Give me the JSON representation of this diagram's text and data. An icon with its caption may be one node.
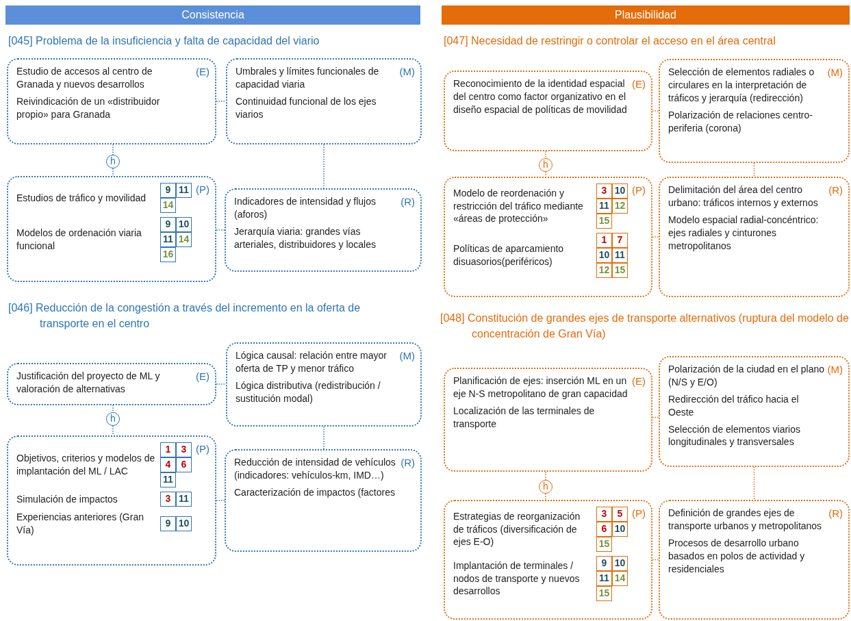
{
  "diagram": {
    "nodes": [
      {
        "text": [
          "Consistencia"
        ]
      },
      {
        "text": [
          "Plausibilidad"
        ]
      },
      {
        "text": [
          "Estudio de accesos al centro de Granada y nuevos desarrollos",
          "Reivindicación de un «distribuidor propio» para Granada",
          "(E)"
        ]
      },
      {
        "text": [
          "Umbrales y límites funcionales de capacidad viaria",
          "Continuidad funcional de los ejes viarios",
          "(M)"
        ]
      },
      {
        "text": [
          "h"
        ]
      },
      {
        "text": [
          "Estudios de tráfico y movilidad",
          "Modelos de ordenación viaria funcional",
          "(P)"
        ]
      },
      {
        "text": [
          "Indicadores de intensidad y flujos (aforos)",
          "Jerarquía viaria: grandes vías arteriales, distribuidores y locales",
          "(R)"
        ]
      },
      {
        "text": [
          "Justificación del proyecto de ML y valoración de alternativas",
          "(E)"
        ]
      },
      {
        "text": [
          "Lógica causal: relación entre mayor oferta de TP y menor tráfico",
          "Lógica distributiva (redistribución / sustitución modal)",
          "(M)"
        ]
      },
      {
        "text": [
          "h"
        ]
      },
      {
        "text": [
          "Objetivos, criterios y modelos de implantación del ML / LAC",
          "Simulación de impactos",
          "Experiencias anteriores (Gran Vía)",
          "(P)"
        ]
      },
      {
        "text": [
          "Reducción de intensidad de vehículos (indicadores: vehículos-km, IMD…)",
          "Caracterización de impactos (factores",
          "(R)"
        ]
      },
      {
        "text": [
          "Reconocimiento de la identidad espacial del centro como factor organizativo en el diseño espacial de políticas de movilidad",
          "(E)"
        ]
      },
      {
        "text": [
          "Selección de elementos radiales o circulares en la interpretación de tráficos y jerarquía (redirección)",
          "Polarización de relaciones centro-periferia (corona)",
          "(M)"
        ]
      },
      {
        "text": [
          "h"
        ]
      },
      {
        "text": [
          "Modelo de reordenación y restricción del tráfico mediante «áreas de protección»",
          "Políticas de aparcamiento disuasorios(periféricos)",
          "(P)"
        ]
      },
      {
        "text": [
          "Delimitación del área del centro urbano: tráficos internos y externos",
          "Modelo espacial radial-concéntrico: ejes radiales y cinturones metropolitanos",
          "(R)"
        ]
      },
      {
        "text": [
          "Planificación de ejes: inserción ML en un eje N-S metropolitano de gran capacidad",
          "Localización de las terminales de transporte",
          "(E)"
        ]
      },
      {
        "text": [
          "Polarización de la ciudad en el plano (N/S y E/O)",
          "Redirección del tráfico hacia el Oeste",
          "Selección de elementos viarios longitudinales y transversales",
          "(M)"
        ]
      },
      {
        "text": [
          "h"
        ]
      },
      {
        "text": [
          "Estrategias de reorganización de tráficos (diversificación de ejes E-O)",
          "Implantación de terminales / nodos de transporte y nuevos desarrollos",
          "(P)"
        ]
      },
      {
        "text": [
          "Definición de grandes ejes de transporte urbanos y metropolitanos",
          "Procesos de desarrollo urbano basados en polos de actividad y residenciales",
          "(R)"
        ]
      }
    ],
    "edges": [
      {
        "from": 2,
        "to": 3,
        "arrow": "none"
      },
      {
        "from": 2,
        "to": 4,
        "arrow": "none"
      },
      {
        "from": 4,
        "to": 5,
        "arrow": "none"
      },
      {
        "from": 3,
        "to": 6,
        "arrow": "none"
      },
      {
        "from": 5,
        "to": 6,
        "arrow": "none"
      },
      {
        "from": 7,
        "to": 8,
        "arrow": "none"
      },
      {
        "from": 7,
        "to": 9,
        "arrow": "none"
      },
      {
        "from": 9,
        "to": 10,
        "arrow": "none"
      },
      {
        "from": 8,
        "to": 11,
        "arrow": "none"
      },
      {
        "from": 10,
        "to": 11,
        "arrow": "none"
      },
      {
        "from": 12,
        "to": 13,
        "arrow": "none",
        "color": "#e46c0a"
      },
      {
        "from": 12,
        "to": 14,
        "arrow": "none",
        "color": "#e46c0a"
      },
      {
        "from": 14,
        "to": 15,
        "arrow": "none",
        "color": "#e46c0a"
      },
      {
        "from": 13,
        "to": 16,
        "arrow": "none",
        "color": "#e46c0a"
      },
      {
        "from": 15,
        "to": 16,
        "arrow": "none",
        "color": "#e46c0a"
      },
      {
        "from": 17,
        "to": 18,
        "arrow": "none",
        "color": "#e46c0a"
      },
      {
        "from": 17,
        "to": 19,
        "arrow": "none",
        "color": "#e46c0a"
      },
      {
        "from": 19,
        "to": 20,
        "arrow": "none",
        "color": "#e46c0a"
      },
      {
        "from": 18,
        "to": 21,
        "arrow": "none",
        "color": "#e46c0a"
      },
      {
        "from": 20,
        "to": 21,
        "arrow": "none",
        "color": "#e46c0a"
      }
    ],
    "labels": [
      "[045] Problema de la insuficiencia y falta de capacidad del viario",
      "9",
      "11",
      "14",
      "9",
      "10",
      "11",
      "14",
      "16",
      "[046] Reducción de la congestión a través del incremento en la oferta de transporte en el centro",
      "1",
      "3",
      "4",
      "6",
      "11",
      "3",
      "11",
      "9",
      "10",
      "[047] Necesidad de restringir o controlar el acceso en el área central",
      "3",
      "10",
      "11",
      "12",
      "15",
      "1",
      "7",
      "10",
      "11",
      "12",
      "15",
      "[048] Constitución de grandes ejes de transporte alternativos (ruptura del modelo de concentración de Gran Vía)",
      "3",
      "5",
      "6",
      "10",
      "15",
      "9",
      "10",
      "11",
      "14",
      "15"
    ]
  }
}
